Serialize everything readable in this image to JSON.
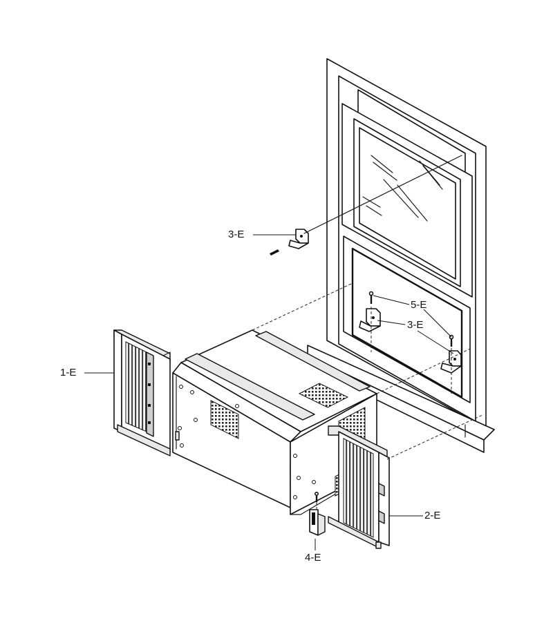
{
  "callouts": {
    "bracket_3e_top": "3-E",
    "screw_5e": "5-E",
    "bracket_3e_sill": "3-E",
    "side_panel_left_1e": "1-E",
    "side_panel_right_2e": "2-E",
    "support_bracket_4e": "4-E"
  }
}
